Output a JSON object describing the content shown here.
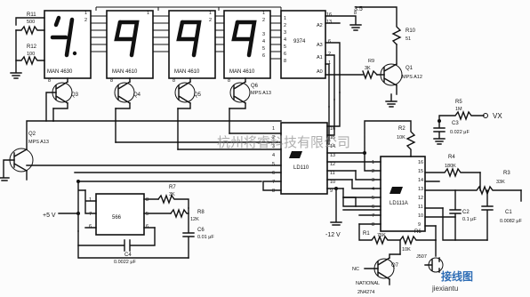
{
  "displays": [
    {
      "name": "MAN 4630"
    },
    {
      "name": "MAN 4610"
    },
    {
      "name": "MAN 4610"
    },
    {
      "name": "MAN 4610"
    }
  ],
  "chips": {
    "c9374": "9374",
    "ld110": "LD110",
    "ld111a": "LD111A",
    "c566": "566"
  },
  "resistors": {
    "r1": {
      "name": "R1",
      "value": "75K"
    },
    "r2": {
      "name": "R2",
      "value": "10K"
    },
    "r3": {
      "name": "R3",
      "value": "33K"
    },
    "r4": {
      "name": "R4",
      "value": "180K"
    },
    "r5": {
      "name": "R5",
      "value": "1M"
    },
    "r6": {
      "name": "R6",
      "value": "10K"
    },
    "r7": {
      "name": "R7",
      "value": "3K"
    },
    "r8": {
      "name": "R8",
      "value": "12K"
    },
    "r9": {
      "name": "R9",
      "value": "3K"
    },
    "r10": {
      "name": "R10",
      "value": "51"
    },
    "r11": {
      "name": "R11",
      "value": "500"
    },
    "r12": {
      "name": "R12",
      "value": "100"
    }
  },
  "capacitors": {
    "c1": {
      "name": "C1",
      "value": "0.0082 μF"
    },
    "c2": {
      "name": "C2",
      "value": "0.1 μF"
    },
    "c3": {
      "name": "C3",
      "value": "0.022 μF"
    },
    "c4": {
      "name": "C4",
      "value": "0.0022 μF"
    },
    "c6": {
      "name": "C6",
      "value": "0.01 μF"
    }
  },
  "transistors": {
    "q1": {
      "name": "Q1",
      "part": "MPS A12"
    },
    "q2": {
      "name": "Q2",
      "part": "MPS A13"
    },
    "q3": {
      "name": "Q3"
    },
    "q4": {
      "name": "Q4"
    },
    "q5": {
      "name": "Q5"
    },
    "q6": {
      "name": "Q6",
      "part": "MPS A13"
    },
    "q7": {
      "name": "Q7",
      "maker": "NATIONAL",
      "part": "2N4274",
      "nc": "NC"
    },
    "jfet": {
      "part": "J507"
    }
  },
  "supply": {
    "plus5v": "+5 V",
    "minus12v": "-12 V",
    "vx": "VX",
    "vplus": "3.5"
  },
  "pins": {
    "p1": "1",
    "p2": "2",
    "p3": "3",
    "p4": "4",
    "p5": "5",
    "p6": "6",
    "p7": "7",
    "p8": "8",
    "p9": "9",
    "p10": "10",
    "p11": "11",
    "p12": "12",
    "p13": "13",
    "p14": "14",
    "p15": "15",
    "p16": "16",
    "d1": "1",
    "d2": "2",
    "d3": "3",
    "d4": "4",
    "d5": "5",
    "d6": "6",
    "d7": "8",
    "a0": "A0",
    "a1": "A1",
    "a2": "A2",
    "a3": "A3"
  },
  "watermark": {
    "text": "杭州将睿科技有限公司",
    "logo": "接线图",
    "url": "jiexiantu"
  }
}
